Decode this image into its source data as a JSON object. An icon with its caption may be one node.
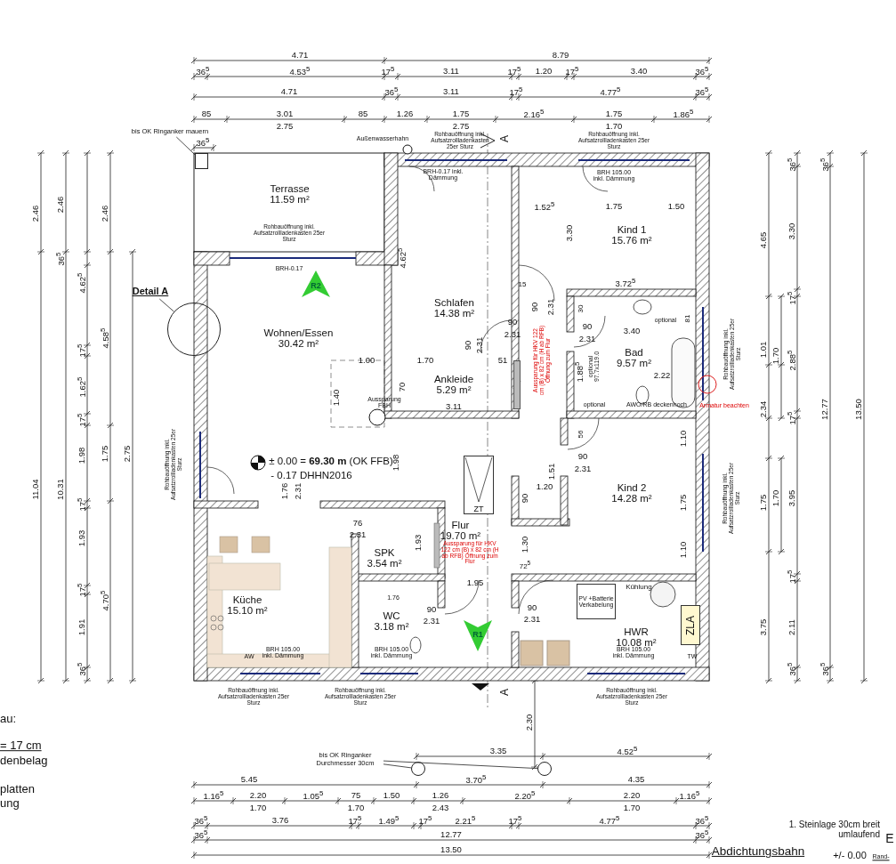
{
  "diagram": {
    "nodes": [
      {
        "text": [
          "Terrasse",
          "11.59 m²"
        ]
      },
      {
        "text": [
          "Wohnen/Essen",
          "30.42 m²"
        ]
      },
      {
        "text": [
          "Schlafen",
          "14.38 m²"
        ]
      },
      {
        "text": [
          "Ankleide",
          "5.29 m²"
        ]
      },
      {
        "text": [
          "Kind 1",
          "15.76 m²"
        ]
      },
      {
        "text": [
          "Bad",
          "9.57 m²"
        ]
      },
      {
        "text": [
          "Kind 2",
          "14.28 m²"
        ]
      },
      {
        "text": [
          "Flur",
          "19.70 m²"
        ]
      },
      {
        "text": [
          "SPK",
          "3.54 m²"
        ]
      },
      {
        "text": [
          "Küche",
          "15.10 m²"
        ]
      },
      {
        "text": [
          "WC",
          "3.18 m²"
        ]
      },
      {
        "text": [
          "HWR",
          "10.08 m²"
        ]
      },
      {
        "text": [
          "Detail A"
        ]
      },
      {
        "text": [],
        "shape": "circle"
      },
      {
        "text": [
          "bis OK Ringanker mauern"
        ]
      },
      {
        "text": [],
        "shape": "box"
      },
      {
        "text": [
          "bis OK Ringanker Durchmesser 30cm"
        ]
      },
      {
        "text": [],
        "shape": "circle"
      },
      {
        "text": [],
        "shape": "circle"
      },
      {
        "text": [
          "ZT"
        ]
      },
      {
        "text": [
          "ZLA"
        ]
      },
      {
        "text": [
          "PV +Batterie Verkabelung"
        ]
      },
      {
        "text": [
          "Aussparung für HKV 122 cm (B) x 82 cm (H ab RFB) Öffnung zum Flur"
        ]
      },
      {
        "text": [],
        "shape": "bar"
      }
    ],
    "edges": [
      {
        "from": 12,
        "to": 13,
        "arrow": "none"
      },
      {
        "from": 14,
        "to": 15,
        "arrow": "none"
      },
      {
        "from": 16,
        "to": 18,
        "arrow": "none"
      },
      {
        "from": 16,
        "to": 17,
        "arrow": "none"
      },
      {
        "from": 22,
        "to": 23,
        "arrow": "none"
      }
    ],
    "labels": [
      "4.71",
      "8.79",
      "36$^{5}$",
      "4.53$^{5}$",
      "17$^{5}$",
      "3.11",
      "17$^{5}$",
      "1.20",
      "17$^{5}$",
      "3.40",
      "36$^{5}$",
      "4.71",
      "36$^{5}$",
      "3.11",
      "17$^{5}$",
      "4.77$^{5}$",
      "36$^{5}$",
      "85",
      "3.01",
      "85",
      "1.26",
      "1.75",
      "2.16$^{5}$",
      "1.75",
      "1.86$^{5}$",
      "2.75",
      "2.75",
      "1.70",
      "Außenwasserhahn",
      "Rohbauöffnung inkl. Aufsatzrollladenkasten 25er Sturz",
      "A",
      "Rohbauöffnung inkl. Aufsatzrollladenkasten 25er Sturz",
      "36$^{5}$",
      "Rohbauöffnung inkl. Aufsatzrollladenkasten 25er Sturz",
      "2.46",
      "11.04",
      "2.46",
      "10.31",
      "36$^{5}$",
      "4.62$^{5}$",
      "17$^{5}$",
      "1.62$^{5}$",
      "17$^{5}$",
      "1.98",
      "17$^{5}$",
      "1.93",
      "17$^{5}$",
      "1.91",
      "36$^{5}$",
      "2.46",
      "4.58$^{5}$",
      "1.75",
      "4.70$^{5}$",
      "2.75",
      "BRH-0.17",
      "R2",
      "4.62$^{5}$",
      "BRH-0.17 inkl. Dämmung",
      "BRH 105.00 inkl. Dämmung",
      "1.52$^{5}$",
      "1.75",
      "1.50",
      "3.30",
      "3.72$^{5}$",
      "15",
      "90",
      "2.31",
      "90",
      "2.31",
      "90",
      "2.31",
      "30",
      "optional",
      "81",
      "3.40",
      "90",
      "2.31",
      "1.00",
      "1.70",
      "51",
      "1.40",
      "70",
      "Aussparung FBH",
      "3.11",
      "1.88$^{5}$",
      "optional 97.7x119.0",
      "2.22",
      "optional",
      "AWO/RB deckenhoch",
      "Armatur beachten",
      "Rohbauöffnung inkl. Aufsatzrollladenkasten 25er Sturz",
      "± 0.00 = **69.30 m** (OK FFB)",
      "- 0.17 DHHN2016",
      "Rohbauöffnung inkl. Aufsatzrollladenkasten 25er Sturz",
      "1.98",
      "1.76",
      "2.31",
      "56",
      "1.51",
      "90",
      "2.31",
      "1.20",
      "90",
      "1.10",
      "1.75",
      "1.10",
      "Rohbauöffnung inkl. Aufsatzrollladenkasten 25er Sturz",
      "76",
      "2.31",
      "1.93",
      "Aussparung für HKV 122 cm (B) x 82 cm (H ab RFB) Öffnung zum Flur",
      "1.30",
      "72$^{5}$",
      "1.95",
      "1.76",
      "Kühlung",
      "90",
      "2.31",
      "90",
      "2.31",
      "R1",
      "AW",
      "BRH 105.00 inkl. Dämmung",
      "BRH 105.00 inkl. Dämmung",
      "BRH 105.00 inkl. Dämmung",
      "TW",
      "Rohbauöffnung inkl. Aufsatzrollladenkasten 25er Sturz",
      "Rohbauöffnung inkl. Aufsatzrollladenkasten 25er Sturz",
      "Rohbauöffnung inkl. Aufsatzrollladenkasten 25er Sturz",
      "A",
      "2.30",
      "3.35",
      "4.52$^{5}$",
      "5.45",
      "3.70$^{5}$",
      "4.35",
      "1.16$^{5}$",
      "2.20",
      "1.05$^{5}$",
      "75",
      "1.50",
      "1.26",
      "2.20$^{5}$",
      "2.20",
      "1.16$^{5}$",
      "1.70",
      "1.70",
      "2.43",
      "1.70",
      "36$^{5}$",
      "3.76",
      "17$^{5}$",
      "1.49$^{5}$",
      "17$^{5}$",
      "2.21$^{5}$",
      "17$^{5}$",
      "4.77$^{5}$",
      "36$^{5}$",
      "36$^{5}$",
      "12.77",
      "36$^{5}$",
      "13.50",
      "au:",
      "= 17 cm",
      "denbelag",
      "platten",
      "ung",
      "1. Steinlage 30cm breit umlaufend",
      "E",
      "Abdichtungsbahn",
      "+/- 0.00",
      "Rand-",
      "4.65",
      "1.01",
      "1.70",
      "2.34",
      "1.75",
      "1.70",
      "3.75",
      "36$^{5}$",
      "3.30",
      "17$^{5}$",
      "2.88$^{5}$",
      "17$^{5}$",
      "3.95",
      "17$^{5}$",
      "2.11",
      "36$^{5}$",
      "36$^{5}$",
      "12.77",
      "36$^{5}$",
      "13.50"
    ]
  }
}
